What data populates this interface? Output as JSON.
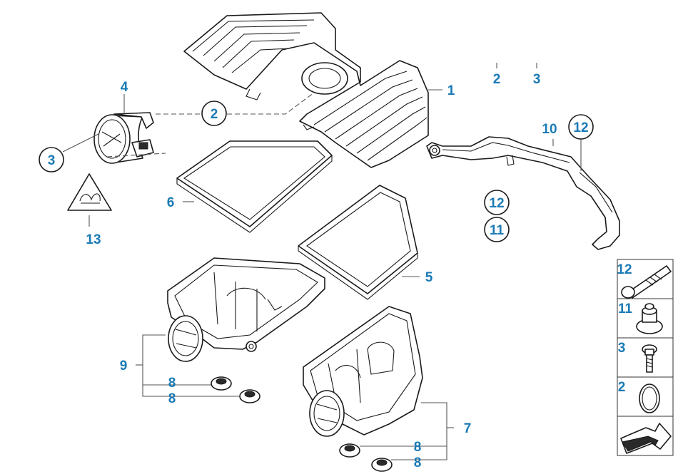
{
  "accent_color": "#1a7ab5",
  "callouts": {
    "c1": "1",
    "c2_top_a": "2",
    "c3_top": "3",
    "c2_circle": "2",
    "c4": "4",
    "c3_circle": "3",
    "c13": "13",
    "c6": "6",
    "c10": "10",
    "c12_circle_top": "12",
    "c12_circle_mid": "12",
    "c11_circle": "11",
    "c5": "5",
    "c9": "9",
    "c8_a": "8",
    "c8_b": "8",
    "c7": "7",
    "c8_c": "8",
    "c8_d": "8"
  },
  "side_legend": {
    "items": [
      {
        "label": "12",
        "icon": "bolt-long-icon"
      },
      {
        "label": "11",
        "icon": "rubber-mount-icon"
      },
      {
        "label": "3",
        "icon": "screw-icon"
      },
      {
        "label": "2",
        "icon": "o-ring-icon"
      },
      {
        "label": "",
        "icon": "arrow-icon"
      }
    ]
  },
  "warning_icon": "warning-triangle-icon"
}
